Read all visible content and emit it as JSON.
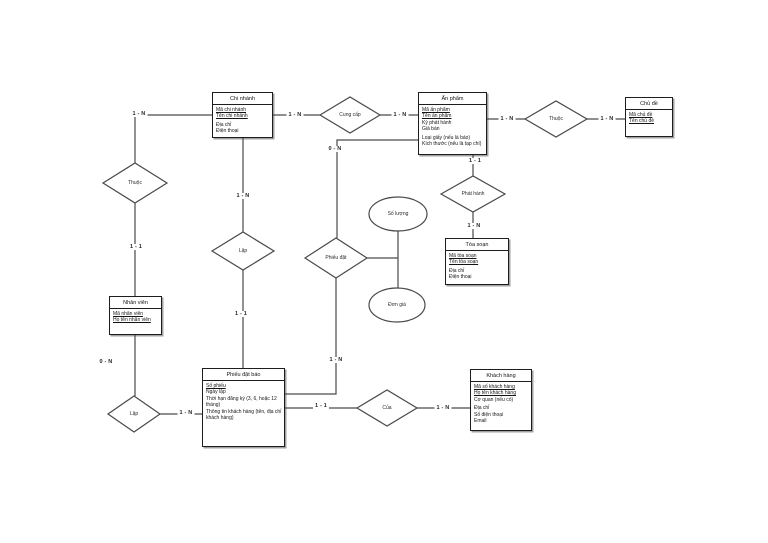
{
  "entities": {
    "chi_nhanh": {
      "title": "Chi nhánh",
      "attrs": [
        "Mã chi nhánh",
        "Tên chi nhánh",
        "Địa chỉ",
        "Điện thoại"
      ]
    },
    "an_pham": {
      "title": "Ấn phẩm",
      "attrs": [
        "Mã ấn phẩm",
        "Tên ấn phẩm",
        "Kỳ phát hành",
        "Giá bán",
        "Loại giấy (nếu là báo)",
        "Kích thước (nếu là tạp chí)"
      ]
    },
    "chu_de": {
      "title": "Chủ đề",
      "attrs": [
        "Mã chủ đề",
        "Tên chủ đề"
      ]
    },
    "toa_soan": {
      "title": "Tòa soạn",
      "attrs": [
        "Mã tòa soạn",
        "Tên tòa soạn",
        "Địa chỉ",
        "Điện thoại"
      ]
    },
    "nhan_vien": {
      "title": "Nhân viên",
      "attrs": [
        "Mã nhân viên",
        "Họ tên nhân viên"
      ]
    },
    "phieu_dat_bao": {
      "title": "Phiếu đặt báo",
      "attrs": [
        "Số phiếu",
        "Ngày lập",
        "Thời hạn đăng ký (3, 6, hoặc 12 tháng)",
        "Thông tin khách hàng (tên, địa chỉ khách hàng)"
      ]
    },
    "khach_hang": {
      "title": "Khách hàng",
      "attrs": [
        "Mã số khách hàng",
        "Họ tên khách hàng",
        "Cơ quan (nếu có)",
        "Địa chỉ",
        "Số điện thoại",
        "Email"
      ]
    }
  },
  "relationships": {
    "cung_cap": "Cung cấp",
    "thuoc_right": "Thuộc",
    "phat_hanh": "Phát hành",
    "thuoc_left": "Thuộc",
    "lap_middle": "Lập",
    "lap_left": "Lập",
    "cua": "Của",
    "phieu_dat": "Phiếu đặt"
  },
  "ovals": {
    "so_luong": "Số lượng",
    "don_gia": "Đơn giá"
  },
  "cardinalities": {
    "cn_thuoc": "1 - N",
    "cn_cungcap": "1 - N",
    "cungcap_ap": "1 - N",
    "ap_thuoc": "1 - N",
    "thuoc_chude": "1 - N",
    "ap_phieudat": "0 - N",
    "ap_phathanh": "1 - 1",
    "phathanh_toasoan": "1 - N",
    "thuoc_nhanvien": "1 - 1",
    "nhanvien_lap": "0 - N",
    "lap_pdb": "1 - N",
    "cn_lap": "1 - N",
    "lapmid_pdb": "1 - 1",
    "phieudat_pdb": "1 - N",
    "pdb_cua": "1 - 1",
    "cua_khachhang": "1 - N"
  },
  "colors": {
    "stroke": "#4a4a4a",
    "entity_border": "#1d1d1d",
    "background": "#ffffff"
  }
}
